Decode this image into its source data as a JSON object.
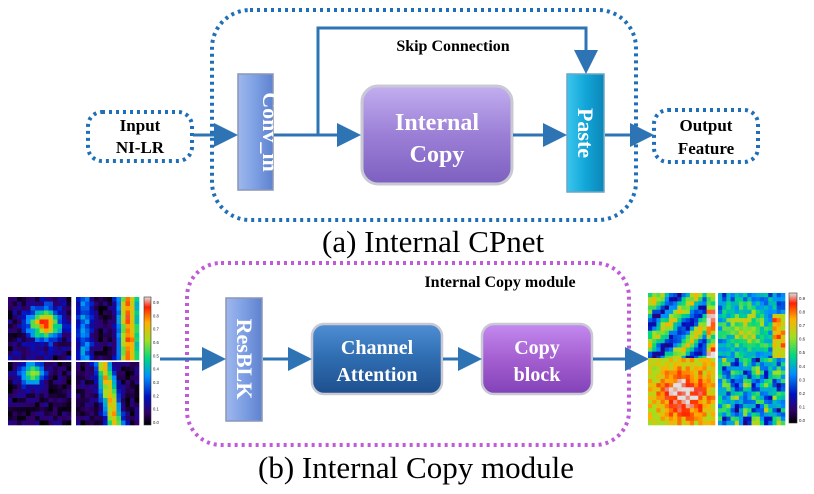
{
  "panel_a": {
    "caption": "(a) Internal CPnet",
    "input_label": [
      "Input",
      "NI-LR"
    ],
    "output_label": [
      "Output",
      "Feature"
    ],
    "conv_in_label": "Conv_in",
    "internal_copy_label": [
      "Internal",
      "Copy"
    ],
    "paste_label": "Paste",
    "skip_label": "Skip Connection",
    "colors": {
      "dashed_border": "#1f6fb8",
      "arrow": "#2e74b5",
      "conv_in": "#7c9fe0",
      "internal_copy": "#9b7fd6",
      "paste": "#19a9d8"
    }
  },
  "panel_b": {
    "caption": "(b) Internal Copy module",
    "module_label": "Internal Copy module",
    "resblk_label": "ResBLK",
    "channel_attention_label": [
      "Channel",
      "Attention"
    ],
    "copy_block_label": [
      "Copy",
      "block"
    ],
    "colorbar_ticks": [
      "0.9",
      "0.8",
      "0.7",
      "0.6",
      "0.5",
      "0.4",
      "0.3",
      "0.2",
      "0.1",
      "0.0"
    ],
    "colors": {
      "dashed_border": "#c05ad8",
      "arrow": "#2e74b5",
      "resblk": "#7c9fe0",
      "channel_attention": "#2e6cb0",
      "copy_block": "#a45fd0"
    }
  }
}
